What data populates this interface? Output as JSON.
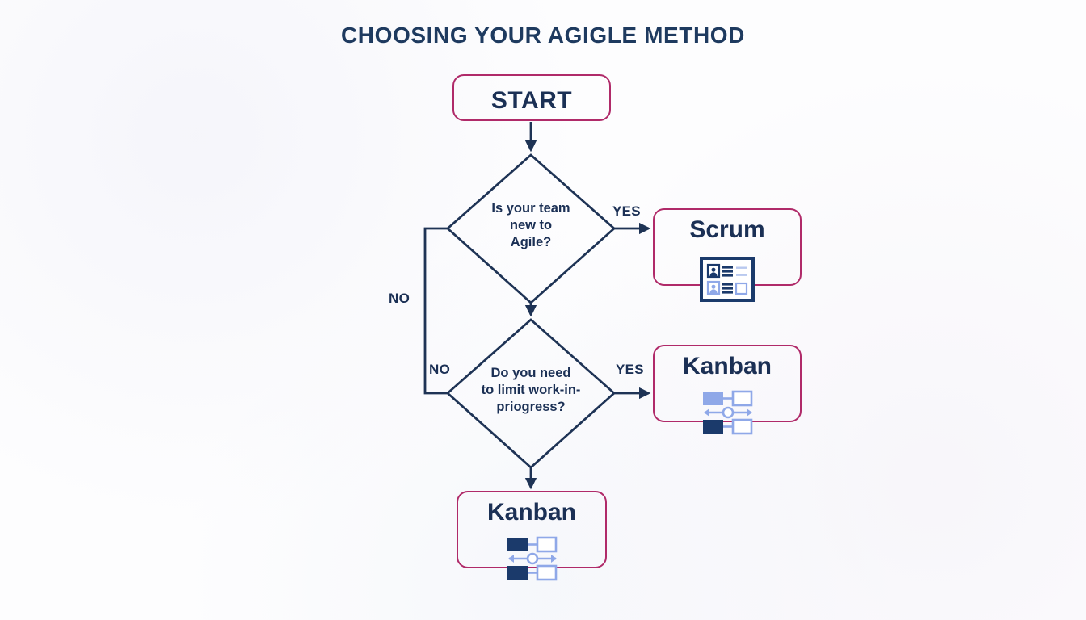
{
  "page": {
    "title": "CHOOSING YOUR AGIGLE METHOD",
    "background_color": "#fdfdfe"
  },
  "colors": {
    "accent_border": "#b02a69",
    "text_navy": "#1b3055",
    "line_navy": "#1e3355",
    "icon_navy": "#1b3a6b",
    "icon_light_blue": "#8fa8e8",
    "icon_pale_blue": "#b9c9ef"
  },
  "flow": {
    "start": {
      "label": "START",
      "shape": "rounded-rectangle"
    },
    "decisions": [
      {
        "id": "decision-agile-new",
        "text": "Is your team\nnew to\nAgile?",
        "yes_label": "YES",
        "no_label": "NO",
        "yes_target": "Scrum",
        "no_target": "decision-limit-wip"
      },
      {
        "id": "decision-limit-wip",
        "text": "Do you need\nto limit work-in-\npriogress?",
        "yes_label": "YES",
        "no_label": "NO",
        "yes_target": "Kanban",
        "no_target": "Kanban"
      }
    ],
    "results": [
      {
        "id": "result-scrum",
        "label": "Scrum",
        "icon": "scrum-board-icon"
      },
      {
        "id": "result-kanban-yes",
        "label": "Kanban",
        "icon": "kanban-flow-icon"
      },
      {
        "id": "result-kanban-no",
        "label": "Kanban",
        "icon": "kanban-flow-icon"
      }
    ]
  },
  "edge_labels": {
    "yes_top": "YES",
    "yes_mid": "YES",
    "no_outer": "NO",
    "no_inner": "NO"
  }
}
